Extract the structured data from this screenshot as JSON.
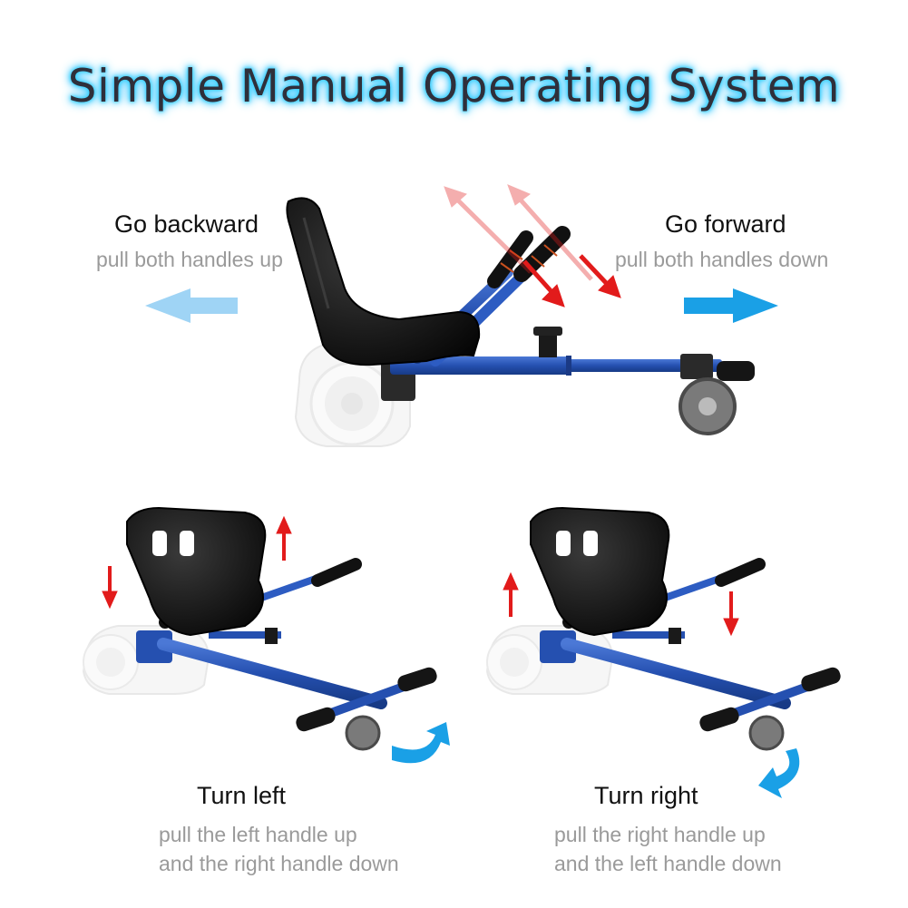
{
  "title": "Simple Manual Operating System",
  "backward": {
    "label": "Go backward",
    "instruction": "pull both handles up"
  },
  "forward": {
    "label": "Go forward",
    "instruction": "pull both handles down"
  },
  "turn_left": {
    "label": "Turn left",
    "instruction_line1": "pull the left handle up",
    "instruction_line2": "and the right handle down"
  },
  "turn_right": {
    "label": "Turn right",
    "instruction_line1": "pull the right handle up",
    "instruction_line2": "and the left handle down"
  },
  "colors": {
    "frame": "#2550b0",
    "arrow_direction": "#1aa0e6",
    "arrow_handle": "#e21b1b",
    "title_glow": "#39d0ff"
  },
  "icons": [
    "kart-side-view",
    "kart-turn-left-view",
    "kart-turn-right-view",
    "curved-turn-arrow-icon",
    "handle-arrow-icon"
  ]
}
